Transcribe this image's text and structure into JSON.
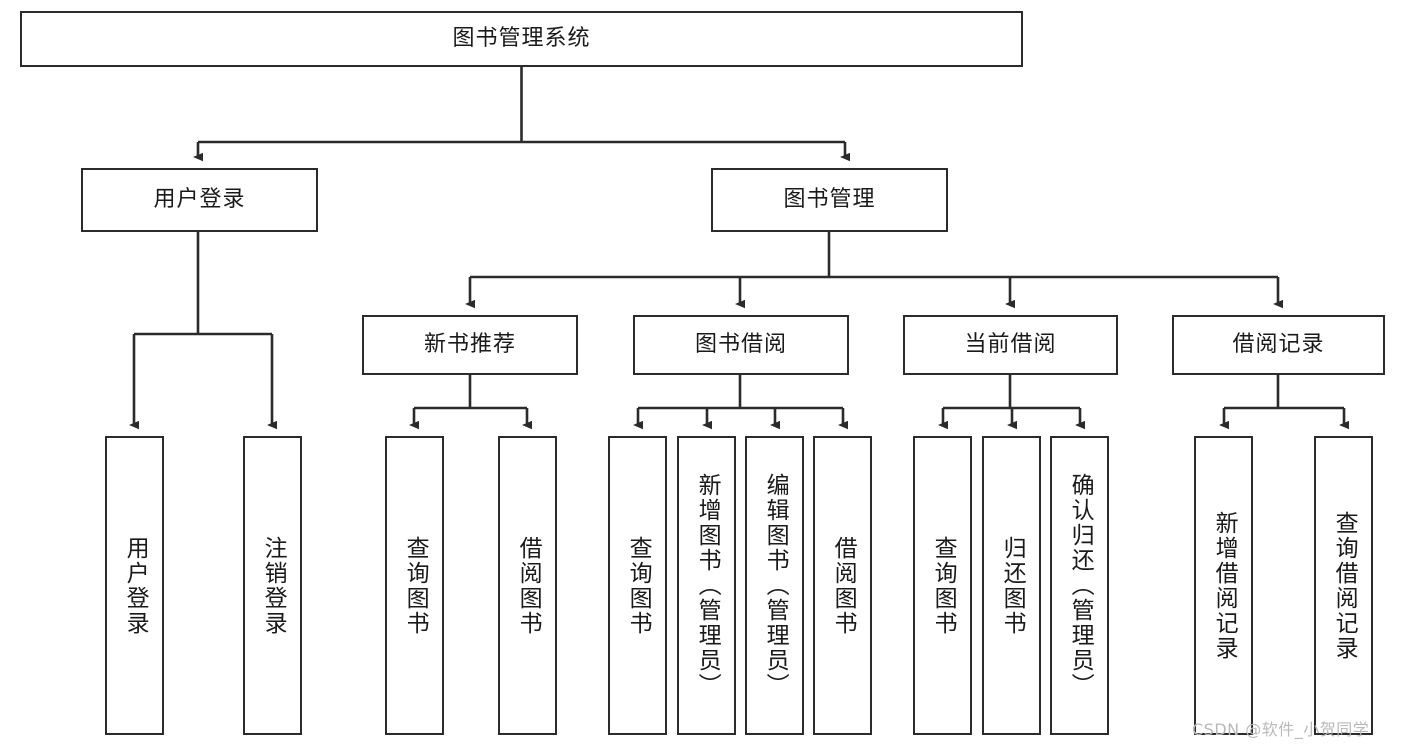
{
  "diagram": {
    "type": "tree",
    "title": "图书管理系统",
    "orientation": "top-down",
    "colors": {
      "box_border": "#2b2b2b",
      "box_fill": "#ffffff",
      "connector": "#2b2b2b",
      "text": "#1a1a1a",
      "watermark": "#b9b9b9",
      "background": "#ffffff"
    },
    "levels": {
      "root": {
        "label": "图书管理系统"
      },
      "level2": [
        {
          "label": "用户登录"
        },
        {
          "label": "图书管理"
        }
      ],
      "level3": [
        {
          "label": "新书推荐"
        },
        {
          "label": "图书借阅"
        },
        {
          "label": "当前借阅"
        },
        {
          "label": "借阅记录"
        }
      ],
      "leaves": {
        "user_login": [
          {
            "label": "用户登录"
          },
          {
            "label": "注销登录"
          }
        ],
        "new_book_recommend": [
          {
            "label": "查询图书"
          },
          {
            "label": "借阅图书"
          }
        ],
        "book_borrow": [
          {
            "label": "查询图书"
          },
          {
            "label": "新增图书（管理员）"
          },
          {
            "label": "编辑图书（管理员）"
          },
          {
            "label": "借阅图书"
          }
        ],
        "current_borrow": [
          {
            "label": "查询图书"
          },
          {
            "label": "归还图书"
          },
          {
            "label": "确认归还（管理员）"
          }
        ],
        "borrow_record": [
          {
            "label": "新增借阅记录"
          },
          {
            "label": "查询借阅记录"
          }
        ]
      }
    }
  },
  "watermark": {
    "text": "CSDN @软件_小贺同学"
  }
}
